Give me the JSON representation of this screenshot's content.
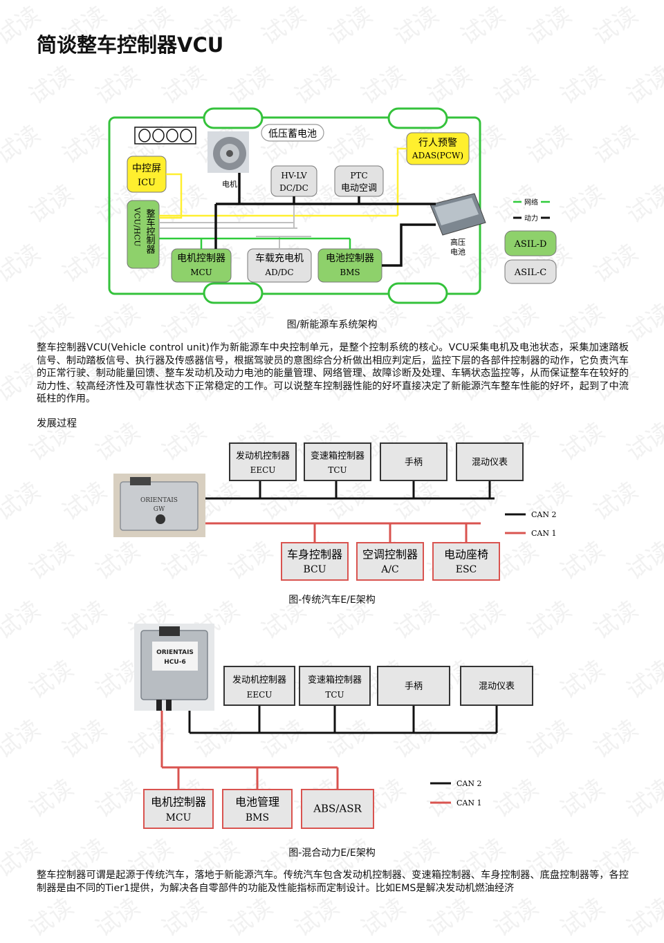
{
  "page": {
    "title": "简谈整车控制器VCU",
    "watermark_text": "试读",
    "section_label": "发展过程",
    "paragraph1": "整车控制器VCU(Vehicle control unit)作为新能源车中央控制单元，是整个控制系统的核心。VCU采集电机及电池状态，采集加速踏板信号、制动踏板信号、执行器及传感器信号，根据驾驶员的意图综合分析做出相应判定后，监控下层的各部件控制器的动作，它负责汽车的正常行驶、制动能量回馈、整车发动机及动力电池的能量管理、网络管理、故障诊断及处理、车辆状态监控等，从而保证整车在较好的动力性、较高经济性及可靠性状态下正常稳定的工作。可以说整车控制器性能的好坏直接决定了新能源汽车整车性能的好坏，起到了中流砥柱的作用。",
    "paragraph2": "整车控制器可谓是起源于传统汽车，落地于新能源汽车。传统汽车包含发动机控制器、变速箱控制器、车身控制器、底盘控制器等，各控制器是由不同的Tier1提供，为解决各自零部件的功能及性能指标而定制设计。比如EMS是解决发动机燃油经济"
  },
  "figure1": {
    "caption": "图/新能源车系统架构",
    "battery_lv": "低压蓄电池",
    "motor": "电机",
    "hmi_line1": "中控屏",
    "hmi_line2": "ICU",
    "vcu_line1": "整车控制器",
    "vcu_line2": "VCU/HCU",
    "dcdc_line1": "HV-LV",
    "dcdc_line2": "DC/DC",
    "ptc_line1": "PTC",
    "ptc_line2": "电动空调",
    "adas_line1": "行人预警",
    "adas_line2": "ADAS(PCW)",
    "mcu_line1": "电机控制器",
    "mcu_line2": "MCU",
    "obc_line1": "车载充电机",
    "obc_line2": "AD/DC",
    "bms_line1": "电池控制器",
    "bms_line2": "BMS",
    "hv_battery_line1": "高压",
    "hv_battery_line2": "电池",
    "legend_network": "网络",
    "legend_power": "动力",
    "asil_d": "ASIL-D",
    "asil_c": "ASIL-C",
    "colors": {
      "green_box": "#8ed16b",
      "yellow_box": "#ffef2e",
      "gray_box": "#e2e2e2",
      "network": "#2ecb3a",
      "power": "#111111",
      "frame": "#34c23b"
    }
  },
  "figure2": {
    "caption": "图-传统汽车E/E架构",
    "ecu_label_line1": "ORIENTAIS",
    "ecu_label_line2": "GW",
    "top_boxes": [
      {
        "line1": "发动机控制器",
        "line2": "EECU"
      },
      {
        "line1": "变速箱控制器",
        "line2": "TCU"
      },
      {
        "line1": "手柄",
        "line2": ""
      },
      {
        "line1": "混动仪表",
        "line2": ""
      }
    ],
    "bottom_boxes": [
      {
        "line1": "车身控制器",
        "line2": "BCU"
      },
      {
        "line1": "空调控制器",
        "line2": "A/C"
      },
      {
        "line1": "电动座椅",
        "line2": "ESC"
      }
    ],
    "legend": [
      {
        "label": "CAN 2",
        "color": "#111111"
      },
      {
        "label": "CAN 1",
        "color": "#d9534f"
      }
    ]
  },
  "figure3": {
    "caption": "图-混合动力E/E架构",
    "ecu_label_line1": "ORIENTAIS",
    "ecu_label_line2": "HCU-6",
    "top_boxes": [
      {
        "line1": "发动机控制器",
        "line2": "EECU"
      },
      {
        "line1": "变速箱控制器",
        "line2": "TCU"
      },
      {
        "line1": "手柄",
        "line2": ""
      },
      {
        "line1": "混动仪表",
        "line2": ""
      }
    ],
    "bottom_boxes": [
      {
        "line1": "电机控制器",
        "line2": "MCU"
      },
      {
        "line1": "电池管理",
        "line2": "BMS"
      },
      {
        "line1": "ABS/ASR",
        "line2": ""
      }
    ],
    "legend": [
      {
        "label": "CAN 2",
        "color": "#111111"
      },
      {
        "label": "CAN 1",
        "color": "#d9534f"
      }
    ]
  }
}
